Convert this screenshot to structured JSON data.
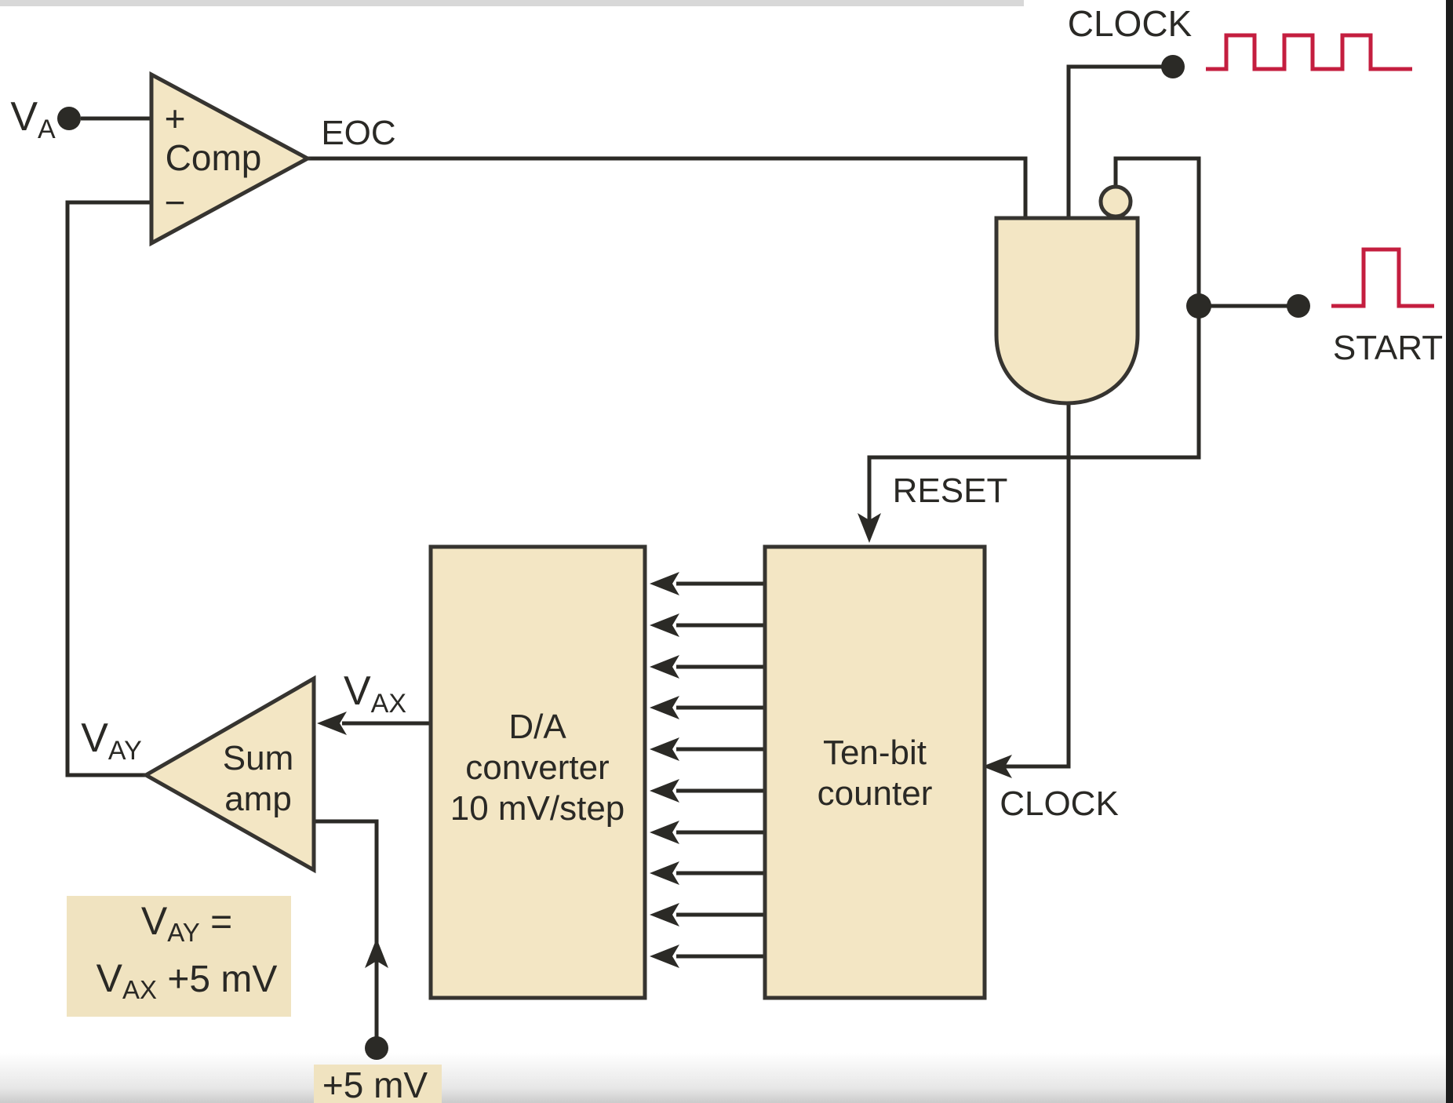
{
  "colors": {
    "background": "#ffffff",
    "block_fill": "#f3e6c4",
    "line": "#2b2a26",
    "waveform_red": "#c41e3f",
    "top_bar": "#d8d8d8",
    "right_strip": "#1c1c1c",
    "text": "#2a2925"
  },
  "labels": {
    "va": {
      "main": "V",
      "sub": "A"
    },
    "comparator": {
      "plus": "+",
      "minus": "−",
      "name": "Comp"
    },
    "eoc": "EOC",
    "clock_top": "CLOCK",
    "start": "START",
    "reset": "RESET",
    "clock_counter": "CLOCK",
    "counter": {
      "line1": "Ten-bit",
      "line2": "counter"
    },
    "dac": {
      "line1": "D/A",
      "line2": "converter",
      "line3": "10 mV/step"
    },
    "sum_amp": {
      "line1": "Sum",
      "line2": "amp"
    },
    "vax": {
      "main": "V",
      "sub": "AX"
    },
    "vay": {
      "main": "V",
      "sub": "AY"
    },
    "equation": {
      "line1_main": "V",
      "line1_sub": "AY",
      "line1_rest": " =",
      "line2_main": "V",
      "line2_sub": "AX",
      "line2_rest": " +5 mV"
    },
    "plus5mv": "+5 mV"
  },
  "bus": {
    "bit_count": 10,
    "direction": "counter-to-dac"
  },
  "waveforms": {
    "clock": {
      "type": "square-wave",
      "pulses": 3
    },
    "start": {
      "type": "single-pulse",
      "pulses": 1
    }
  }
}
